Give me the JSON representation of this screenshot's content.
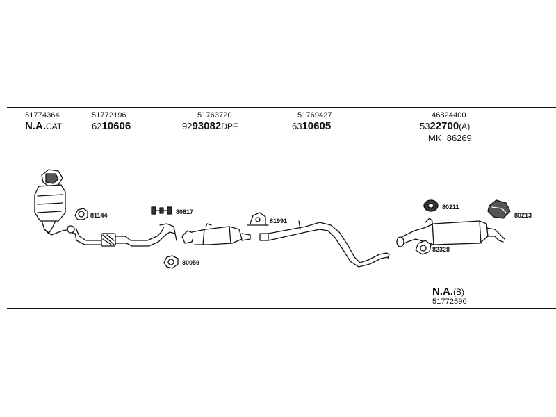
{
  "columns": [
    {
      "oe": "51774364",
      "na": "N.A.",
      "na_suffix": "CAT"
    },
    {
      "oe": "51772196",
      "prefix": "62",
      "main": "10606",
      "suffix": ""
    },
    {
      "oe": "51763720",
      "prefix": "92",
      "main": "93082",
      "suffix": "DPF"
    },
    {
      "oe": "51769427",
      "prefix": "63",
      "main": "10605",
      "suffix": ""
    },
    {
      "oe": "46824400",
      "prefix": "53",
      "main": "22700",
      "suffix": "(A)",
      "kit": "MK  86269"
    }
  ],
  "bottom_part": {
    "na": "N.A.",
    "suffix": "(B)",
    "oe": "51772590"
  },
  "part_tags": {
    "t81144": "81144",
    "t80817": "80817",
    "t80059": "80059",
    "t81991": "81991",
    "t80211": "80211",
    "t80213": "80213",
    "t82328": "82328"
  }
}
